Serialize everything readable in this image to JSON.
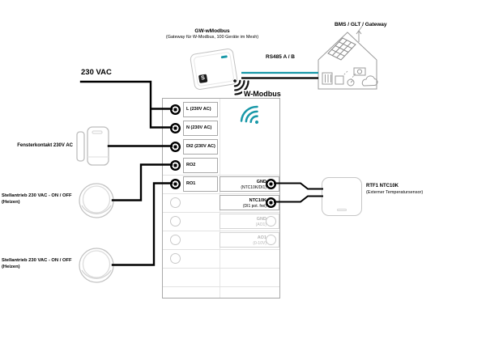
{
  "colors": {
    "accent": "#1898a8",
    "wire": "#000000",
    "inactive": "#b6b6b6",
    "outline": "#a9a9a9"
  },
  "power": {
    "label": "230 VAC"
  },
  "gateway": {
    "title": "GW-wModbus",
    "subtitle": "(Gateway für W-Modbus, 100 Geräte im Mesh)",
    "logo": "S"
  },
  "bus": {
    "rs485": "RS485 A / B",
    "wmodbus": "W-Modbus"
  },
  "bms": {
    "label": "BMS / GLT / Gateway"
  },
  "devices": {
    "fensterkontakt": {
      "label": "Fensterkontakt 230V AC"
    },
    "stellantrieb1": {
      "label": "Stellantrieb 230 VAC - ON / OFF",
      "sublabel": "(Heizen)"
    },
    "stellantrieb2": {
      "label": "Stellantrieb 230 VAC - ON / OFF",
      "sublabel": "(Heizen)"
    },
    "rtf1": {
      "title": "RTF1 NTC10K",
      "subtitle": "(Externer Temperatursensor)"
    }
  },
  "terminal_block": {
    "left": [
      {
        "label": "L (230V AC)"
      },
      {
        "label": "N (230V AC)"
      },
      {
        "label": "DI2 (230V AC)"
      },
      {
        "label": "RO2"
      },
      {
        "label": "RO1"
      }
    ],
    "right": [
      {
        "label": "GND",
        "sub": "(NTC10K/DI1)"
      },
      {
        "label": "NTC10K",
        "sub": "(DI1 pot. frei)"
      },
      {
        "label": "GND",
        "sub": "(AO1)"
      },
      {
        "label": "AO1",
        "sub": "(0-10V)"
      }
    ]
  },
  "icons": {
    "gateway_wireless": "wifi-icon",
    "wmodbus_wireless": "wifi-icon",
    "terminal": "terminal-dot-icon"
  }
}
